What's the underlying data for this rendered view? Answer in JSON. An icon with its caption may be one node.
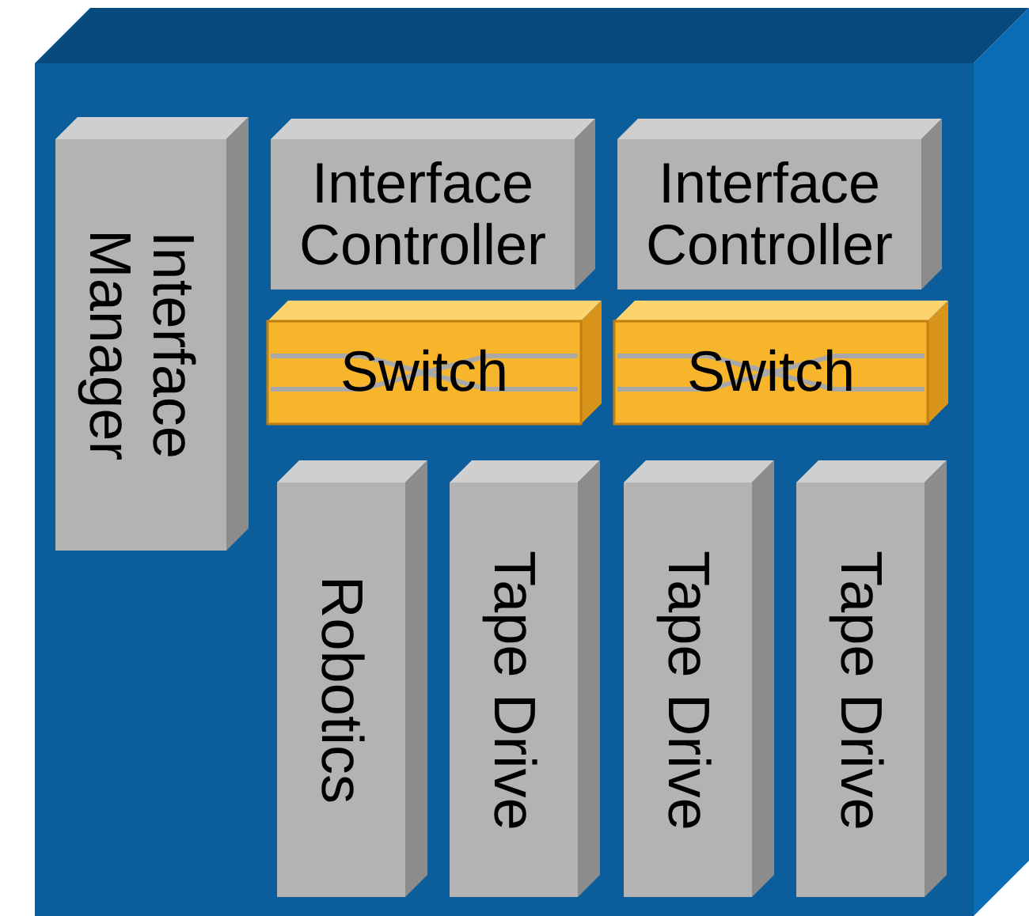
{
  "diagram": {
    "nodes": [
      {
        "text": [],
        "shape": "box"
      },
      {
        "text": [
          "Interface Manager"
        ],
        "in": 0
      },
      {
        "text": [
          "Interface Controller"
        ],
        "in": 0
      },
      {
        "text": [
          "Interface Controller"
        ],
        "in": 0
      },
      {
        "text": [
          "Switch"
        ],
        "in": 0
      },
      {
        "text": [
          "Switch"
        ],
        "in": 0
      },
      {
        "text": [
          "Robotics"
        ],
        "in": 0
      },
      {
        "text": [
          "Tape Drive"
        ],
        "in": 0
      },
      {
        "text": [
          "Tape Drive"
        ],
        "in": 0
      },
      {
        "text": [
          "Tape Drive"
        ],
        "in": 0
      }
    ]
  }
}
